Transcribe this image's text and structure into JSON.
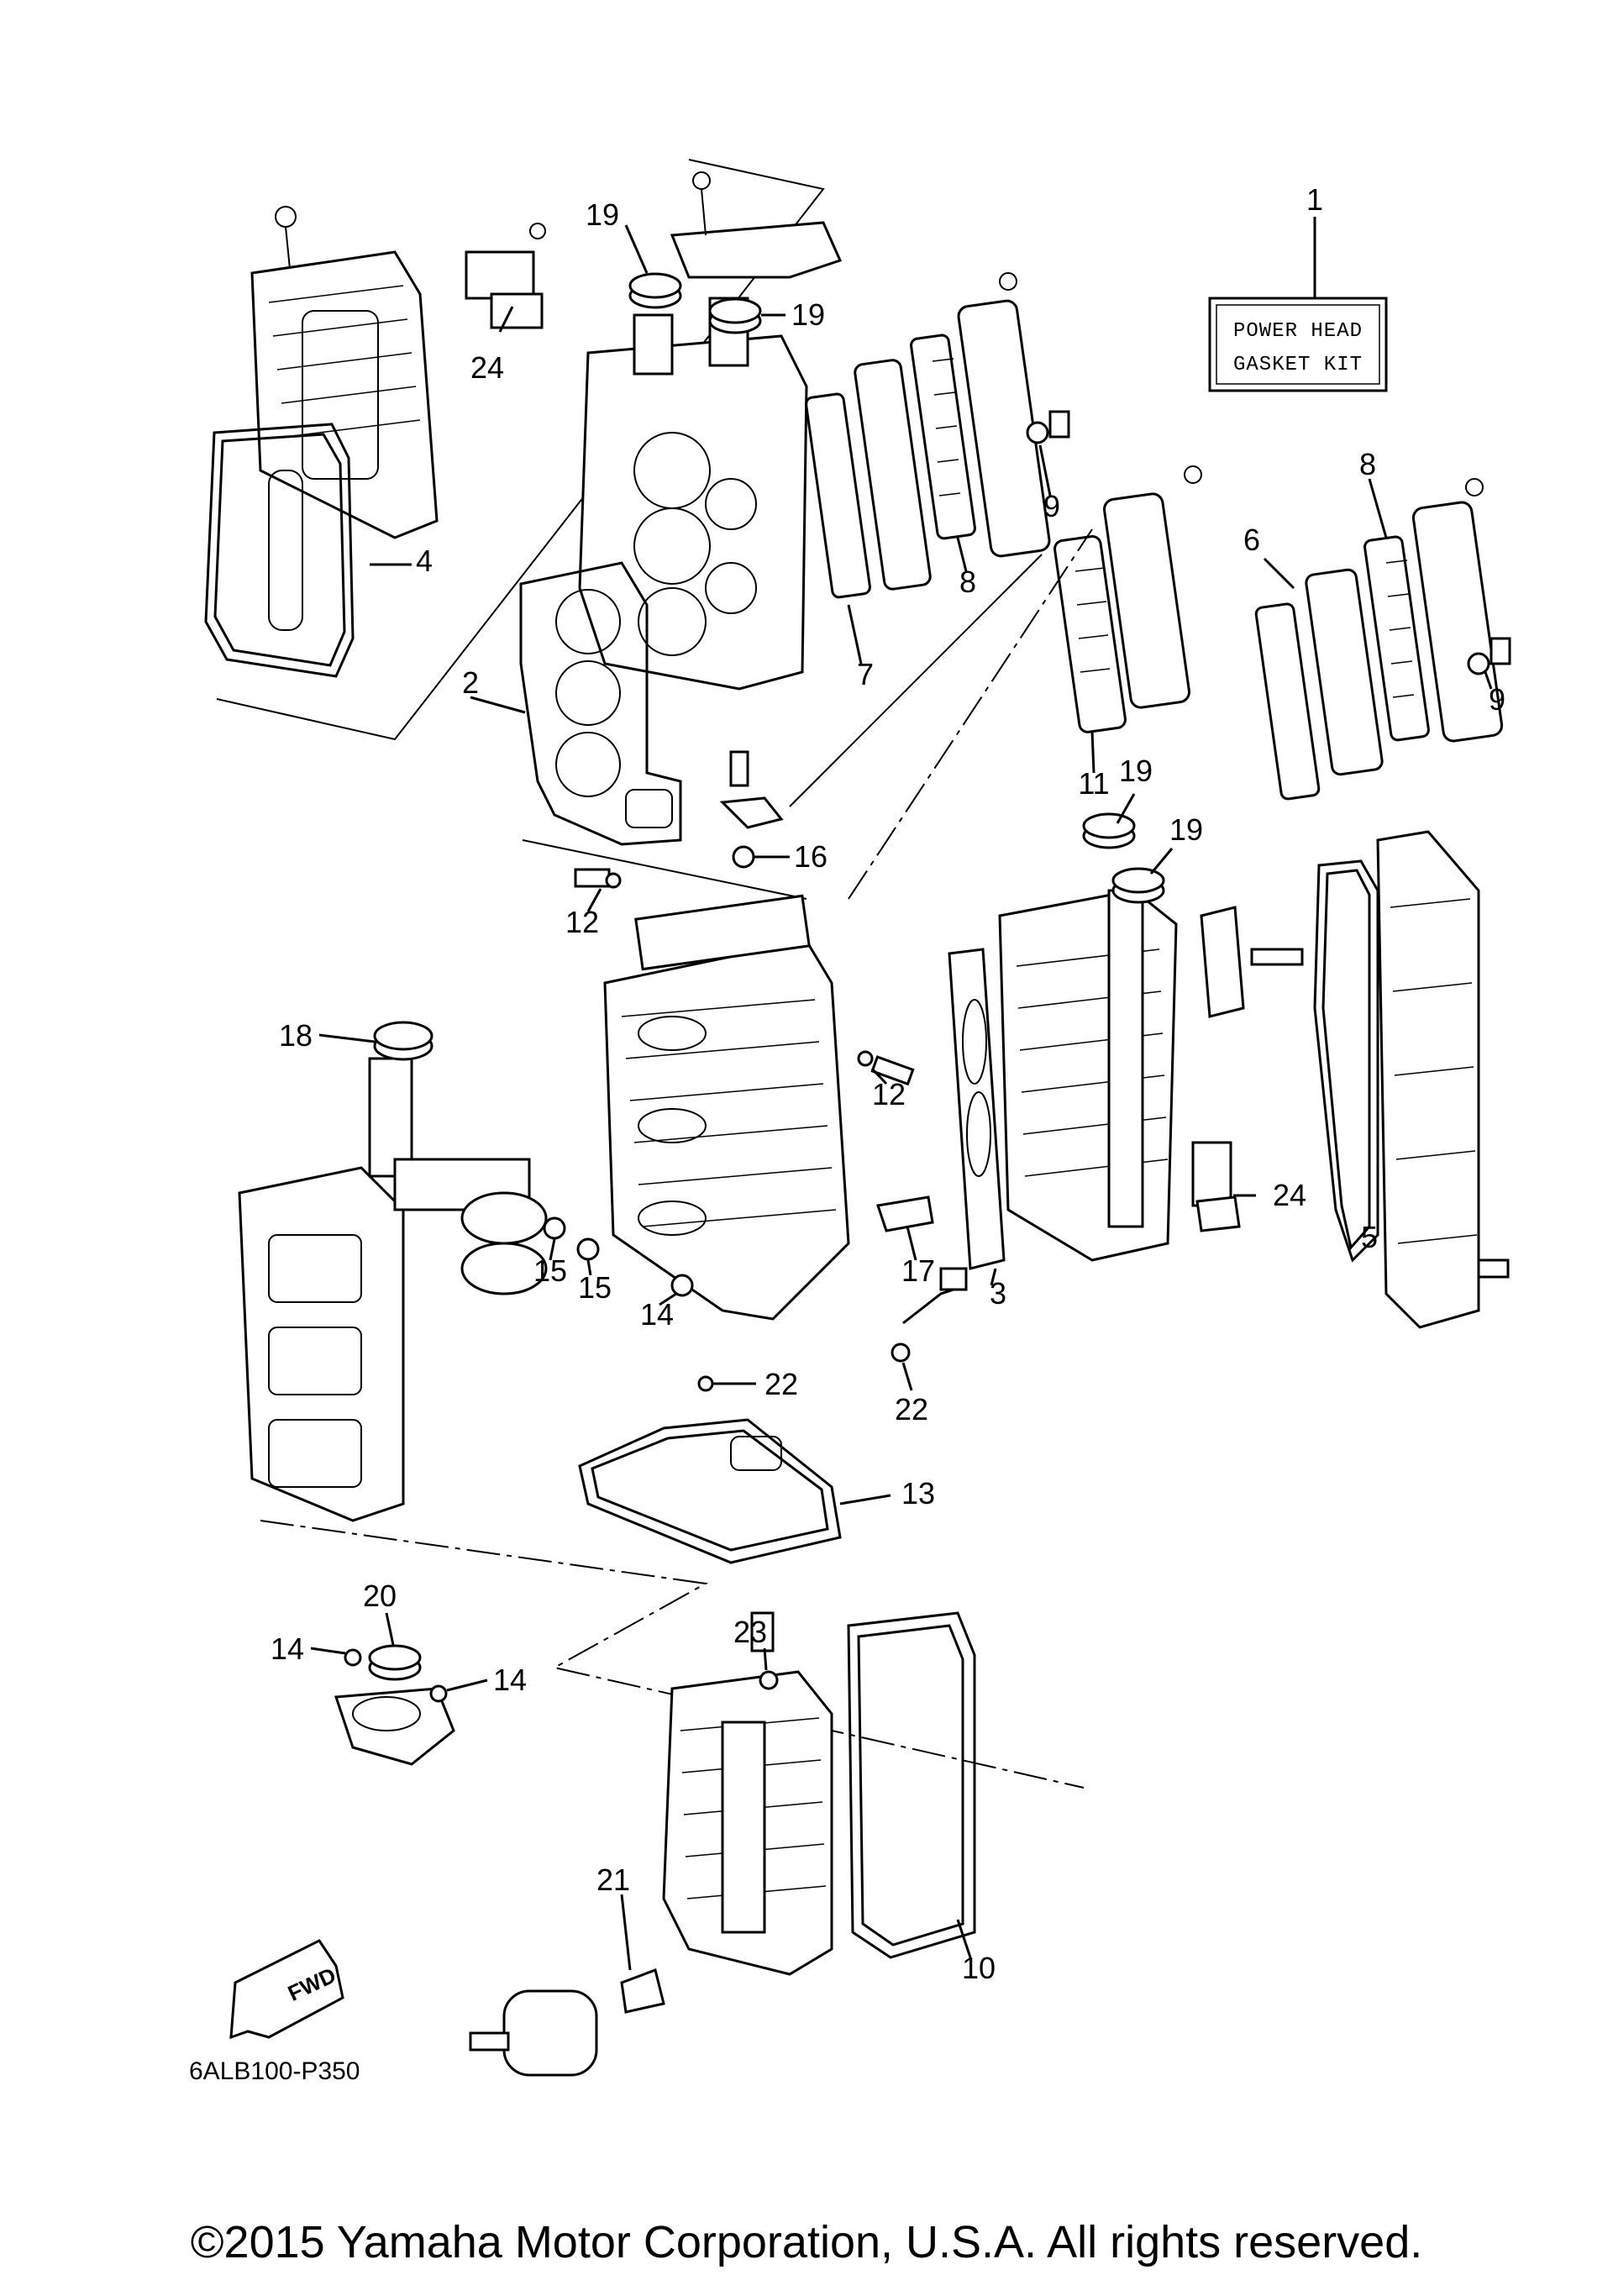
{
  "diagram": {
    "kit_box": {
      "line1": "POWER HEAD",
      "line2": "GASKET KIT"
    },
    "fwd_label": "FWD",
    "reference_code": "6ALB100-P350",
    "copyright": "©2015 Yamaha Motor Corporation, U.S.A. All rights reserved.",
    "callouts": [
      {
        "id": "c1",
        "text": "1"
      },
      {
        "id": "c2",
        "text": "2"
      },
      {
        "id": "c3",
        "text": "3"
      },
      {
        "id": "c4",
        "text": "4"
      },
      {
        "id": "c5",
        "text": "5"
      },
      {
        "id": "c6",
        "text": "6"
      },
      {
        "id": "c7",
        "text": "7"
      },
      {
        "id": "c8a",
        "text": "8"
      },
      {
        "id": "c8b",
        "text": "8"
      },
      {
        "id": "c9a",
        "text": "9"
      },
      {
        "id": "c9b",
        "text": "9"
      },
      {
        "id": "c10",
        "text": "10"
      },
      {
        "id": "c11",
        "text": "11"
      },
      {
        "id": "c12a",
        "text": "12"
      },
      {
        "id": "c12b",
        "text": "12"
      },
      {
        "id": "c13",
        "text": "13"
      },
      {
        "id": "c14a",
        "text": "14"
      },
      {
        "id": "c14b",
        "text": "14"
      },
      {
        "id": "c14c",
        "text": "14"
      },
      {
        "id": "c15a",
        "text": "15"
      },
      {
        "id": "c15b",
        "text": "15"
      },
      {
        "id": "c16",
        "text": "16"
      },
      {
        "id": "c17",
        "text": "17"
      },
      {
        "id": "c18",
        "text": "18"
      },
      {
        "id": "c19a",
        "text": "19"
      },
      {
        "id": "c19b",
        "text": "19"
      },
      {
        "id": "c19c",
        "text": "19"
      },
      {
        "id": "c19d",
        "text": "19"
      },
      {
        "id": "c20",
        "text": "20"
      },
      {
        "id": "c21",
        "text": "21"
      },
      {
        "id": "c22a",
        "text": "22"
      },
      {
        "id": "c22b",
        "text": "22"
      },
      {
        "id": "c23",
        "text": "23"
      },
      {
        "id": "c24a",
        "text": "24"
      },
      {
        "id": "c24b",
        "text": "24"
      }
    ]
  }
}
